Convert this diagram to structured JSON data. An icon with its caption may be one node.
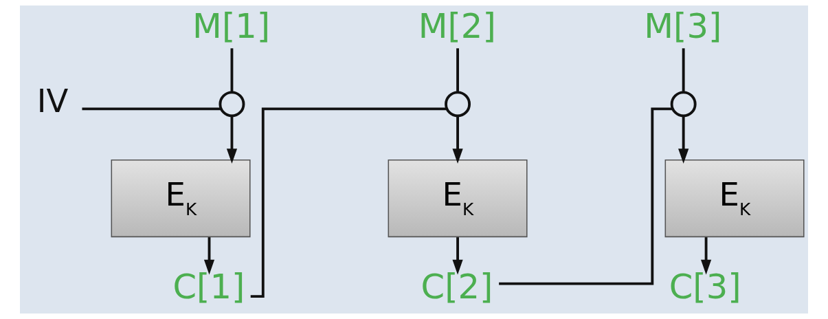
{
  "diagram": {
    "nodes": [
      {
        "text": [
          "M[1]"
        ]
      },
      {
        "text": [
          "IV"
        ]
      },
      {
        "text": [],
        "shape": "circle"
      },
      {
        "text": [
          "E$_{K}$"
        ]
      },
      {
        "text": [
          "C[1]"
        ]
      },
      {
        "text": [
          "M[2]"
        ]
      },
      {
        "text": [],
        "shape": "circle"
      },
      {
        "text": [
          "E$_{K}$"
        ]
      },
      {
        "text": [
          "C[2]"
        ]
      },
      {
        "text": [
          "M[3]"
        ]
      },
      {
        "text": [],
        "shape": "circle"
      },
      {
        "text": [
          "E$_{K}$"
        ]
      },
      {
        "text": [
          "C[3]"
        ]
      }
    ],
    "edges": [
      {
        "from": 0,
        "to": 2,
        "arrow": "none"
      },
      {
        "from": 1,
        "to": 2,
        "arrow": "none"
      },
      {
        "from": 2,
        "to": 3,
        "arrow": "to"
      },
      {
        "from": 3,
        "to": 4,
        "arrow": "to"
      },
      {
        "from": 4,
        "to": 6,
        "arrow": "none"
      },
      {
        "from": 5,
        "to": 6,
        "arrow": "none"
      },
      {
        "from": 6,
        "to": 7,
        "arrow": "to"
      },
      {
        "from": 7,
        "to": 8,
        "arrow": "to"
      },
      {
        "from": 8,
        "to": 10,
        "arrow": "none"
      },
      {
        "from": 9,
        "to": 10,
        "arrow": "none"
      },
      {
        "from": 10,
        "to": 11,
        "arrow": "to"
      },
      {
        "from": 11,
        "to": 12,
        "arrow": "to"
      }
    ]
  }
}
